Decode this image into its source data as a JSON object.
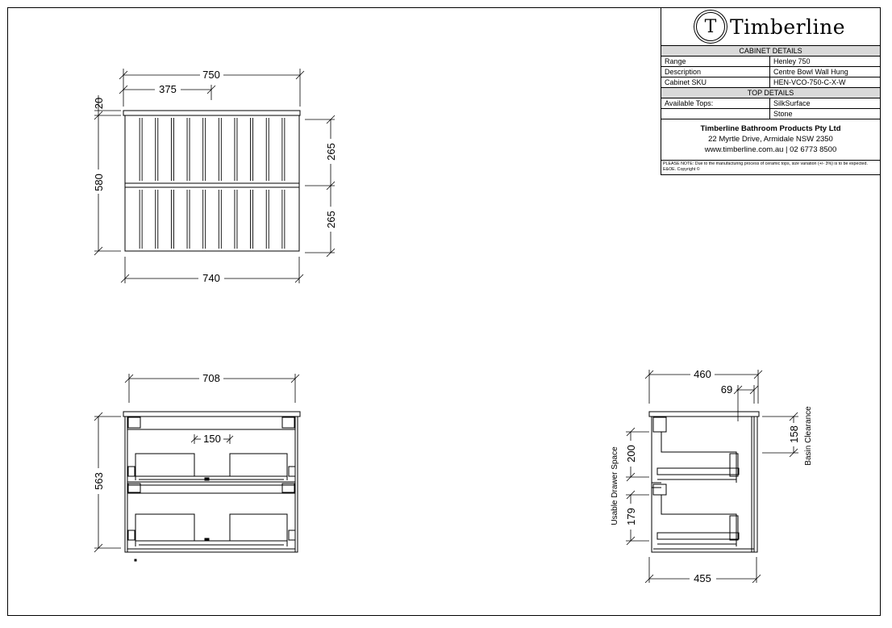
{
  "title_block": {
    "logo_letter": "T",
    "brand": "Timberline",
    "cabinet_details_heading": "CABINET DETAILS",
    "rows": [
      {
        "label": "Range",
        "value": "Henley 750"
      },
      {
        "label": "Description",
        "value": "Centre Bowl Wall Hung"
      },
      {
        "label": "Cabinet SKU",
        "value": "HEN-VCO-750-C-X-W"
      }
    ],
    "top_details_heading": "TOP DETAILS",
    "tops_label": "Available Tops:",
    "tops": [
      "SilkSurface",
      "Stone"
    ],
    "company_name": "Timberline Bathroom Products Pty Ltd",
    "address": "22 Myrtle Drive, Armidale NSW 2350",
    "contact": "www.timberline.com.au  |  02 6773 8500",
    "note": "PLEASE NOTE: Due to the manufacturing process of ceramic tops, size variation (+/- 3%) is to be expected. E&OE. Copyright ©"
  },
  "front_view": {
    "overall_width": "750",
    "half_width": "375",
    "top_thickness": "20",
    "height": "580",
    "drawer_upper": "265",
    "drawer_lower": "265",
    "carcass_width": "740"
  },
  "section_view": {
    "inner_width": "708",
    "gap": "150",
    "height": "563"
  },
  "side_view": {
    "depth": "460",
    "offset": "69",
    "basin_clearance_value": "158",
    "basin_clearance_label": "Basin Clearance",
    "drawer_space_upper": "200",
    "drawer_space_lower": "179",
    "drawer_space_label": "Usable Drawer Space",
    "base_depth": "455"
  }
}
